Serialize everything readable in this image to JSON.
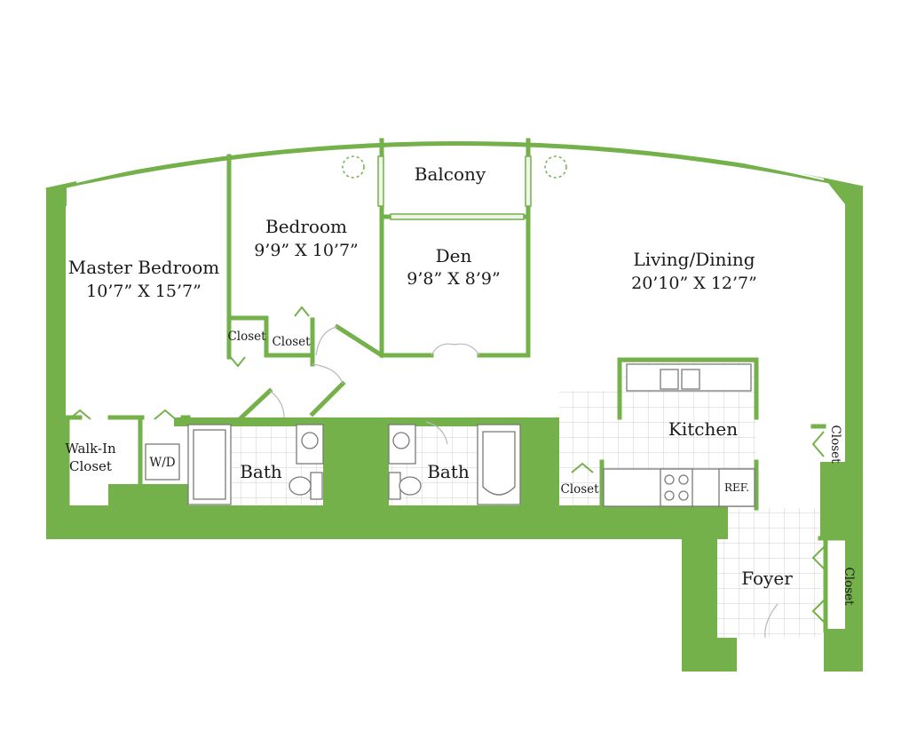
{
  "colors": {
    "wall": "#74b14a",
    "tile_line": "#c9c9c9",
    "fixture_line": "#7a7a7a",
    "text": "#1a1a1a",
    "background": "#ffffff"
  },
  "rooms": {
    "master_bedroom": {
      "name": "Master Bedroom",
      "dims": "10’7” X 15’7”"
    },
    "bedroom": {
      "name": "Bedroom",
      "dims": "9’9” X 10’7”"
    },
    "balcony": {
      "name": "Balcony"
    },
    "den": {
      "name": "Den",
      "dims": "9’8” X 8’9”"
    },
    "living_dining": {
      "name": "Living/Dining",
      "dims": "20’10” X 12’7”"
    },
    "kitchen": {
      "name": "Kitchen"
    },
    "bath_1": {
      "name": "Bath"
    },
    "bath_2": {
      "name": "Bath"
    },
    "foyer": {
      "name": "Foyer"
    },
    "walk_in_closet": {
      "line1": "Walk-In",
      "line2": "Closet"
    }
  },
  "fixtures": {
    "washer_dryer": "W/D",
    "refrigerator": "REF.",
    "closet_label": "Closet"
  }
}
